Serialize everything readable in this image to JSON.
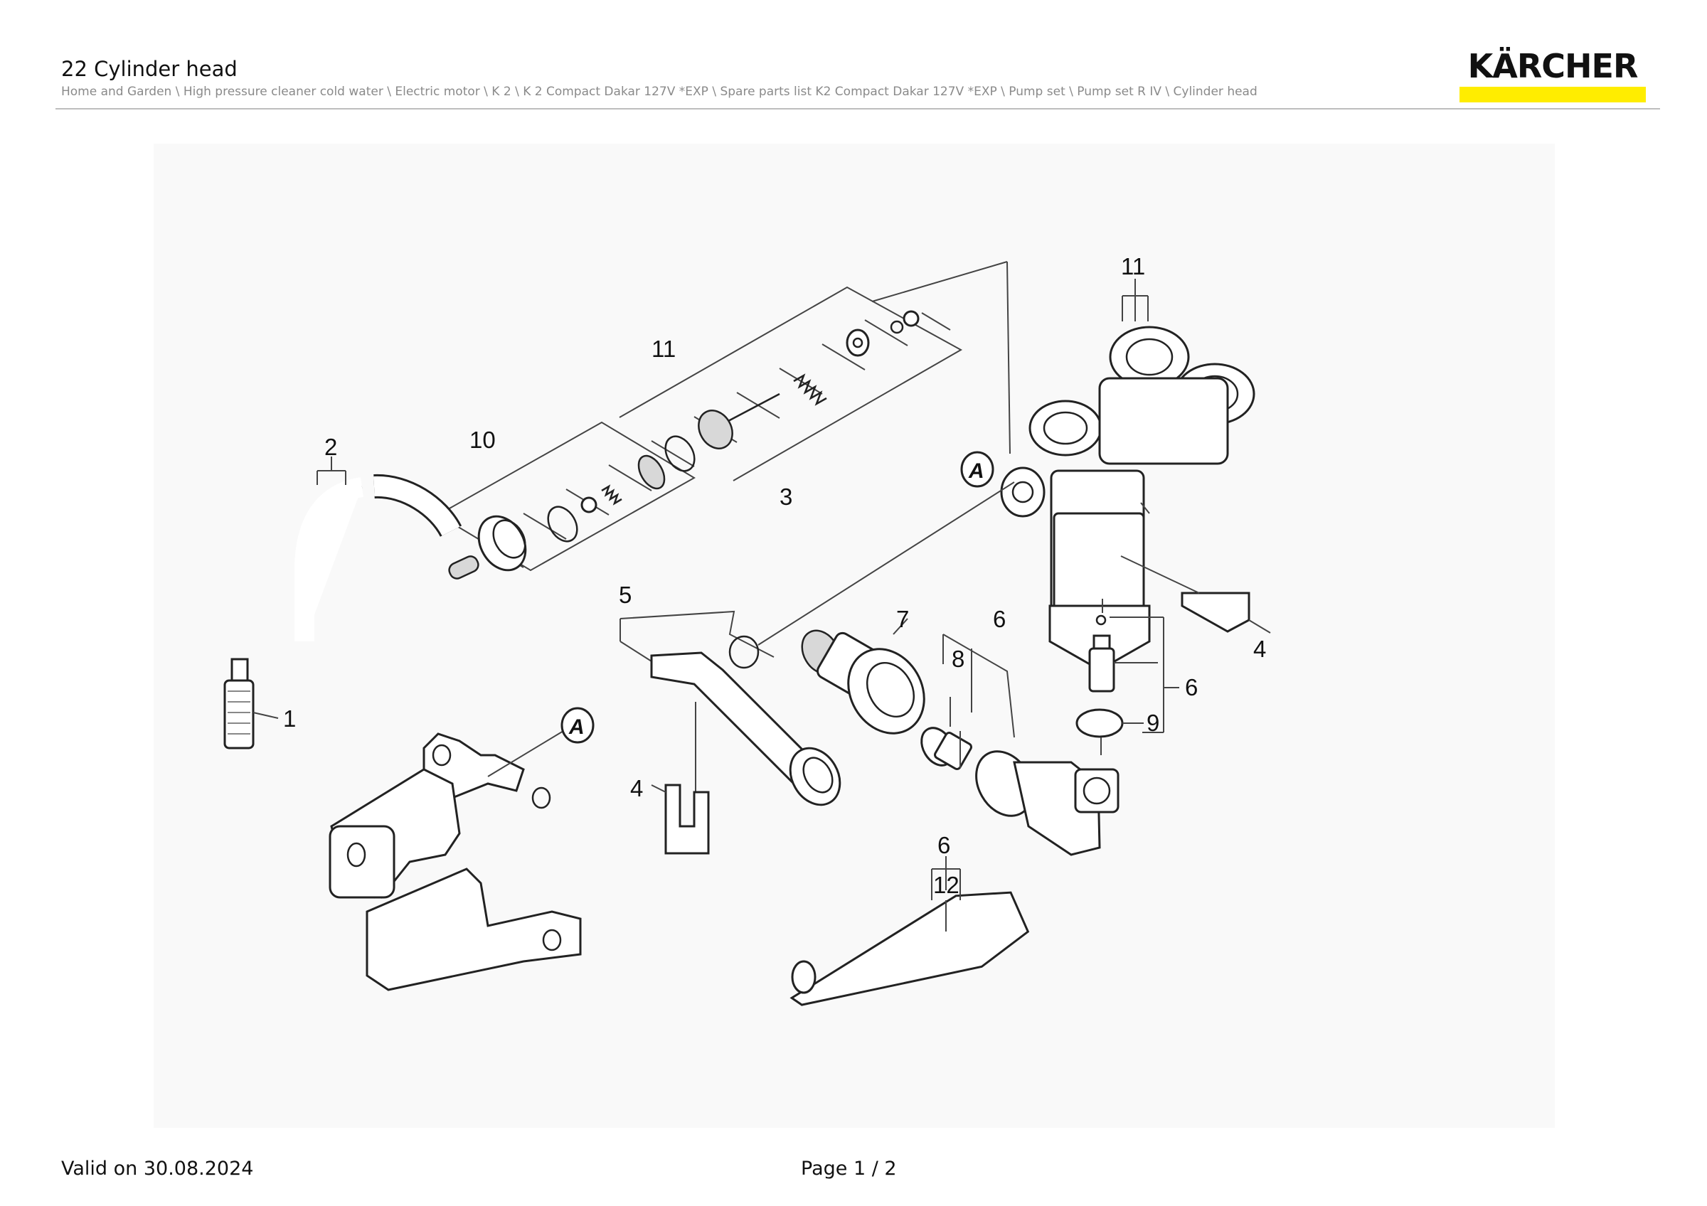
{
  "header": {
    "title": "22 Cylinder head",
    "breadcrumb": "Home and Garden \\ High pressure cleaner cold water \\ Electric motor \\ K 2 \\ K 2 Compact Dakar 127V *EXP \\ Spare parts list K2 Compact Dakar 127V *EXP \\ Pump set \\ Pump set R IV \\ Cylinder head",
    "logo_text": "KÄRCHER",
    "logo_bar_color": "#ffed00"
  },
  "diagram": {
    "callouts": [
      {
        "id": "c1",
        "label": "1"
      },
      {
        "id": "c2",
        "label": "2"
      },
      {
        "id": "c3",
        "label": "3"
      },
      {
        "id": "c4a",
        "label": "4"
      },
      {
        "id": "c4b",
        "label": "4"
      },
      {
        "id": "c5",
        "label": "5"
      },
      {
        "id": "c6a",
        "label": "6"
      },
      {
        "id": "c6b",
        "label": "6"
      },
      {
        "id": "c6c",
        "label": "6"
      },
      {
        "id": "c7",
        "label": "7"
      },
      {
        "id": "c8",
        "label": "8"
      },
      {
        "id": "c9",
        "label": "9"
      },
      {
        "id": "c10",
        "label": "10"
      },
      {
        "id": "c11a",
        "label": "11"
      },
      {
        "id": "c11b",
        "label": "11"
      },
      {
        "id": "c12",
        "label": "12"
      }
    ],
    "markers": [
      {
        "id": "mA1",
        "label": "A"
      },
      {
        "id": "mA2",
        "label": "A"
      }
    ]
  },
  "footer": {
    "valid": "Valid on 30.08.2024",
    "page": "Page 1 / 2"
  }
}
